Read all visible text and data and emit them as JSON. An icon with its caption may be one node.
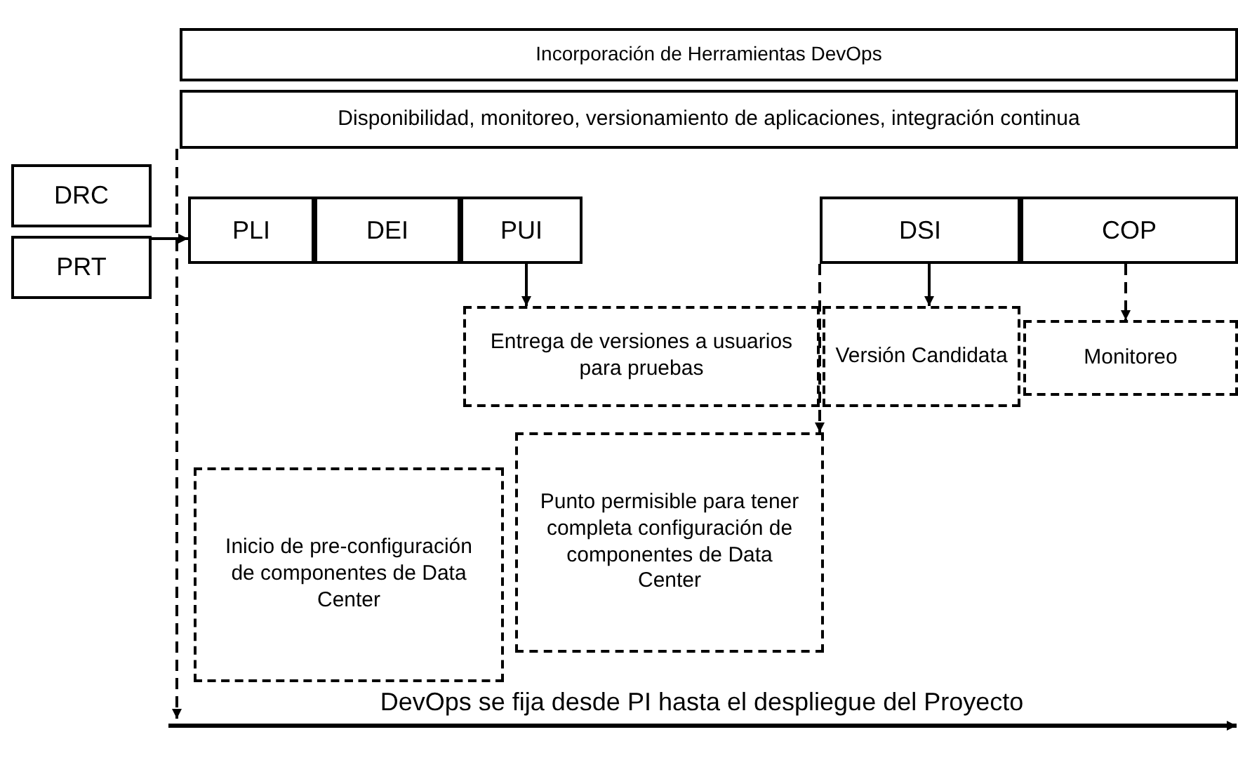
{
  "diagram": {
    "nodes": [
      {
        "text": [
          "Incorporación de Herramientas DevOps"
        ]
      },
      {
        "text": [
          "Disponibilidad, monitoreo, versionamiento de aplicaciones, integración continua"
        ]
      },
      {
        "text": [
          "DRC"
        ]
      },
      {
        "text": [
          "PRT"
        ]
      },
      {
        "text": [
          "PLI"
        ]
      },
      {
        "text": [
          "DEI"
        ]
      },
      {
        "text": [
          "PUI"
        ]
      },
      {
        "text": [
          "DSI"
        ]
      },
      {
        "text": [
          "COP"
        ]
      },
      {
        "text": [
          "Entrega de versiones a usuarios para pruebas"
        ]
      },
      {
        "text": [
          "Versión Candidata"
        ]
      },
      {
        "text": [
          "Monitoreo"
        ]
      },
      {
        "text": [
          "Punto permisible para tener completa configuración de componentes de Data Center"
        ]
      },
      {
        "text": [
          "Inicio de pre-configuración de componentes de Data Center"
        ]
      },
      {
        "text": [
          "DevOps se fija desde PI hasta el despliegue del Proyecto"
        ]
      }
    ],
    "edges": [
      {
        "from": 3,
        "to": 4,
        "arrow": "to"
      },
      {
        "from": 6,
        "to": 9,
        "arrow": "to"
      },
      {
        "from": 7,
        "to": 10,
        "arrow": "to"
      },
      {
        "from": 8,
        "to": 11,
        "arrow": "to",
        "style": "dashed"
      },
      {
        "from": 7,
        "to": 12,
        "arrow": "to",
        "style": "dashed"
      },
      {
        "from": 1,
        "to": 14,
        "arrow": "to",
        "style": "dashed"
      }
    ]
  }
}
